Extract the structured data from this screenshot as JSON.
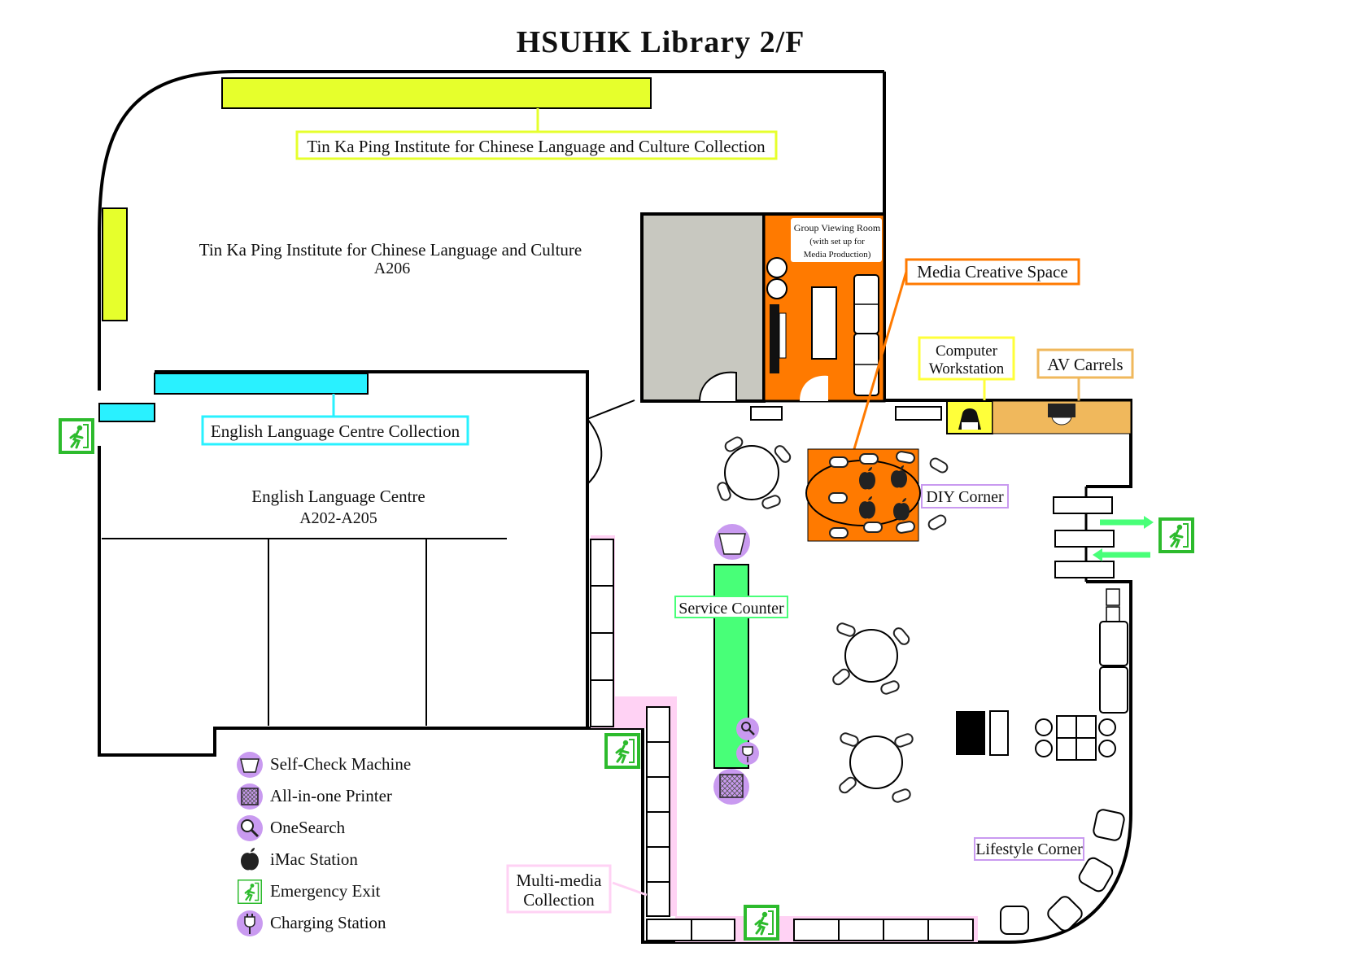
{
  "title": "HSUHK Library 2/F",
  "colors": {
    "tkp": "#e6ff2c",
    "elc": "#29f1ff",
    "media": "#ff7a00",
    "computer": "#ffff3a",
    "av": "#f0b85c",
    "diy": "#c99af0",
    "service": "#48ff78",
    "multimedia": "#ffd2f4",
    "legend_purple": "#c99af0",
    "exit_green": "#2dbb2d",
    "grey_room": "#c8c8c0"
  },
  "areas": {
    "tkp_collection": "Tin Ka Ping Institute for Chinese Language and Culture Collection",
    "tkp_room_line1": "Tin Ka Ping Institute for Chinese Language and Culture",
    "tkp_room_line2": "A206",
    "elc_collection": "English Language Centre Collection",
    "elc_room_line1": "English Language Centre",
    "elc_room_line2": "A202-A205",
    "group_viewing_line1": "Group Viewing Room",
    "group_viewing_line2": "(with set up for",
    "group_viewing_line3": "Media Production)",
    "media_creative": "Media Creative Space",
    "computer_line1": "Computer",
    "computer_line2": "Workstation",
    "av_carrels": "AV Carrels",
    "diy_corner": "DIY Corner",
    "service_counter": "Service Counter",
    "lifestyle_corner": "Lifestyle Corner",
    "multimedia_line1": "Multi-media",
    "multimedia_line2": "Collection"
  },
  "legend": [
    {
      "icon": "self-check-icon",
      "label": "Self-Check Machine"
    },
    {
      "icon": "printer-icon",
      "label": "All-in-one Printer"
    },
    {
      "icon": "onesearch-icon",
      "label": "OneSearch"
    },
    {
      "icon": "imac-icon",
      "label": "iMac Station"
    },
    {
      "icon": "emergency-exit-icon",
      "label": "Emergency Exit"
    },
    {
      "icon": "charging-icon",
      "label": "Charging Station"
    }
  ]
}
